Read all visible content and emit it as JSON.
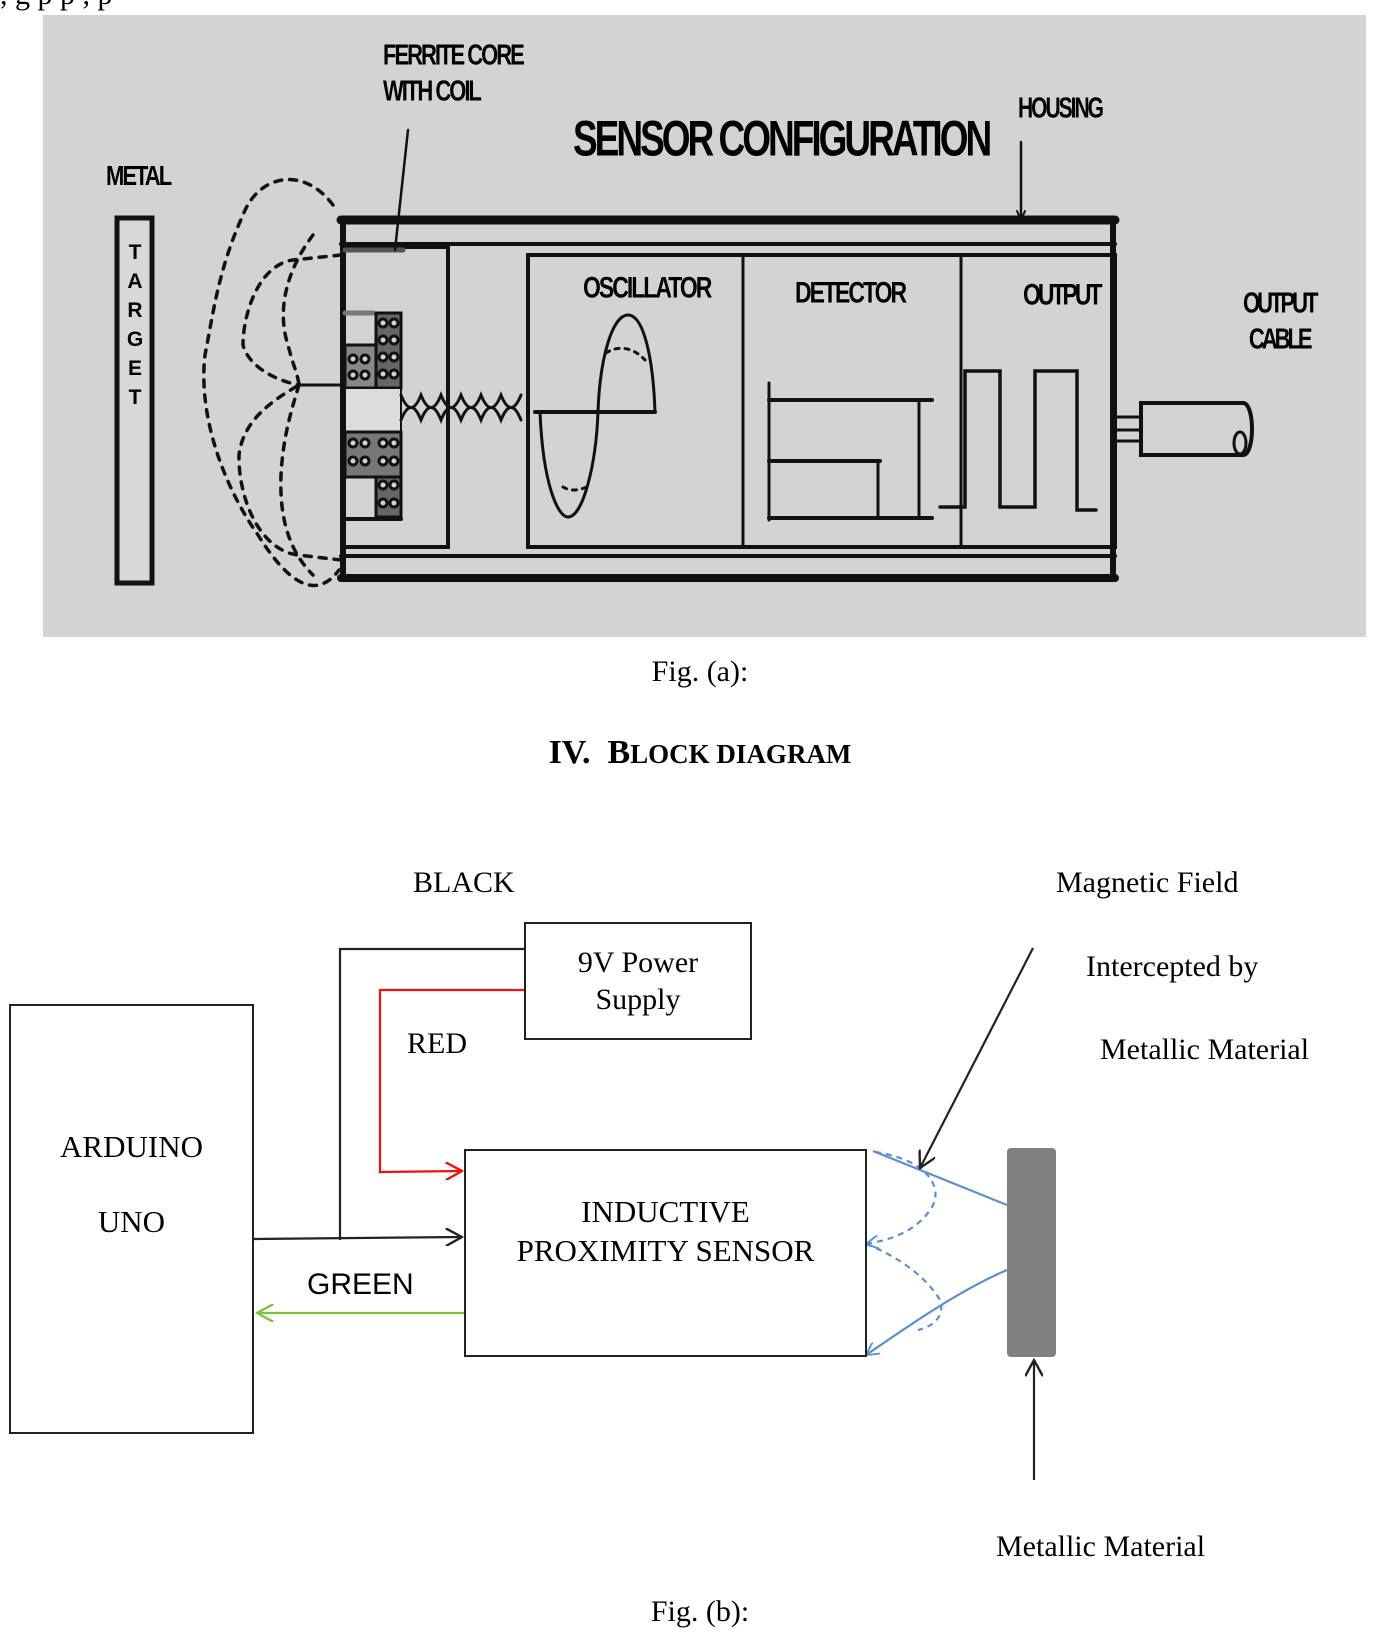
{
  "document": {
    "clipped_top_line": "                         ,                                        g     p              p         ,        p"
  },
  "figure_a": {
    "caption": "Fig. (a):",
    "title": "SENSOR CONFIGURATION",
    "labels": {
      "metal": "METAL",
      "target_letters": [
        "T",
        "A",
        "R",
        "G",
        "E",
        "T"
      ],
      "ferrite_core_line1": "FERRITE CORE",
      "ferrite_core_line2": "WITH COIL",
      "housing": "HOUSING",
      "oscillator": "OSCILLATOR",
      "detector": "DETECTOR",
      "output": "OUTPUT",
      "output_cable_line1": "OUTPUT",
      "output_cable_line2": "CABLE"
    },
    "colors": {
      "background": "#d3d3d3",
      "ink": "#111111"
    }
  },
  "section_heading": {
    "number": "IV.",
    "title_first_letter": "B",
    "title_rest": "LOCK DIAGRAM"
  },
  "figure_b": {
    "caption": "Fig.  (b):",
    "blocks": {
      "arduino_line1": "ARDUINO",
      "arduino_line2": "UNO",
      "power_supply_line1": "9V Power",
      "power_supply_line2": "Supply",
      "sensor_line1": "INDUCTIVE",
      "sensor_line2": "PROXIMITY SENSOR"
    },
    "wire_labels": {
      "black": "BLACK",
      "red": "RED",
      "green": "GREEN"
    },
    "annotations": {
      "field_line1": "Magnetic Field",
      "field_line2": "Intercepted by",
      "field_line3": "Metallic Material",
      "metallic_material": "Metallic Material"
    },
    "colors": {
      "black_wire": "#222222",
      "red_wire": "#ee1111",
      "green_wire": "#7cc242",
      "field_lines": "#5b8fd0",
      "metal_bar": "#808080"
    }
  }
}
